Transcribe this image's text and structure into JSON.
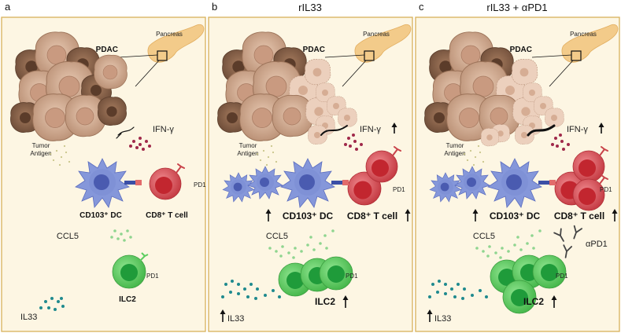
{
  "panels": [
    {
      "letter": "a",
      "title": "",
      "organ": "Pancreas",
      "tumor": "PDAC",
      "antigen_line1": "Tumor",
      "antigen_line2": "Antigen",
      "cytokine_ifng": "IFN-γ",
      "dc_label": "CD103⁺ DC",
      "tcell_label": "CD8⁺ T cell",
      "pd1_tcell": "PD1",
      "ccl5": "CCL5",
      "ilc2": "ILC2",
      "pd1_ilc2": "PD1",
      "il33": "IL33"
    },
    {
      "letter": "b",
      "title": "rIL33",
      "organ": "Pancreas",
      "tumor": "PDAC",
      "antigen_line1": "Tumor",
      "antigen_line2": "Antigen",
      "cytokine_ifng": "IFN-γ",
      "dc_label": "CD103⁺ DC",
      "tcell_label": "CD8⁺ T cell",
      "pd1_tcell": "PD1",
      "ccl5": "CCL5",
      "ilc2": "ILC2",
      "pd1_ilc2": "PD1",
      "il33": "IL33"
    },
    {
      "letter": "c",
      "title": "rIL33 + αPD1",
      "organ": "Pancreas",
      "tumor": "PDAC",
      "antigen_line1": "Tumor",
      "antigen_line2": "Antigen",
      "cytokine_ifng": "IFN-γ",
      "dc_label": "CD103⁺ DC",
      "tcell_label": "CD8⁺ T cell",
      "pd1_tcell": "PD1",
      "ccl5": "CCL5",
      "ccl5_antibody": "αPD1",
      "ilc2": "ILC2",
      "pd1_ilc2": "PD1",
      "il33": "IL33"
    }
  ],
  "arrow_symbol": "↑",
  "colors": {
    "panel_bg": "#fdf6e3",
    "panel_border": "#d8b15a",
    "tumor_dark": "#8a6a52",
    "tumor_light": "#dcb8a0",
    "dc_blue": "#7f91d6",
    "dc_nucleus": "#4a5bb0",
    "tcell_red": "#d9484f",
    "ilc2_green": "#5ccd5f",
    "ilc2_nucleus": "#1f9b3a",
    "ifng_dots": "#a0294a",
    "ccl5_dots": "#8fd58f",
    "il33_dots": "#1f8a8e",
    "pancreas": "#f3cb8a"
  }
}
